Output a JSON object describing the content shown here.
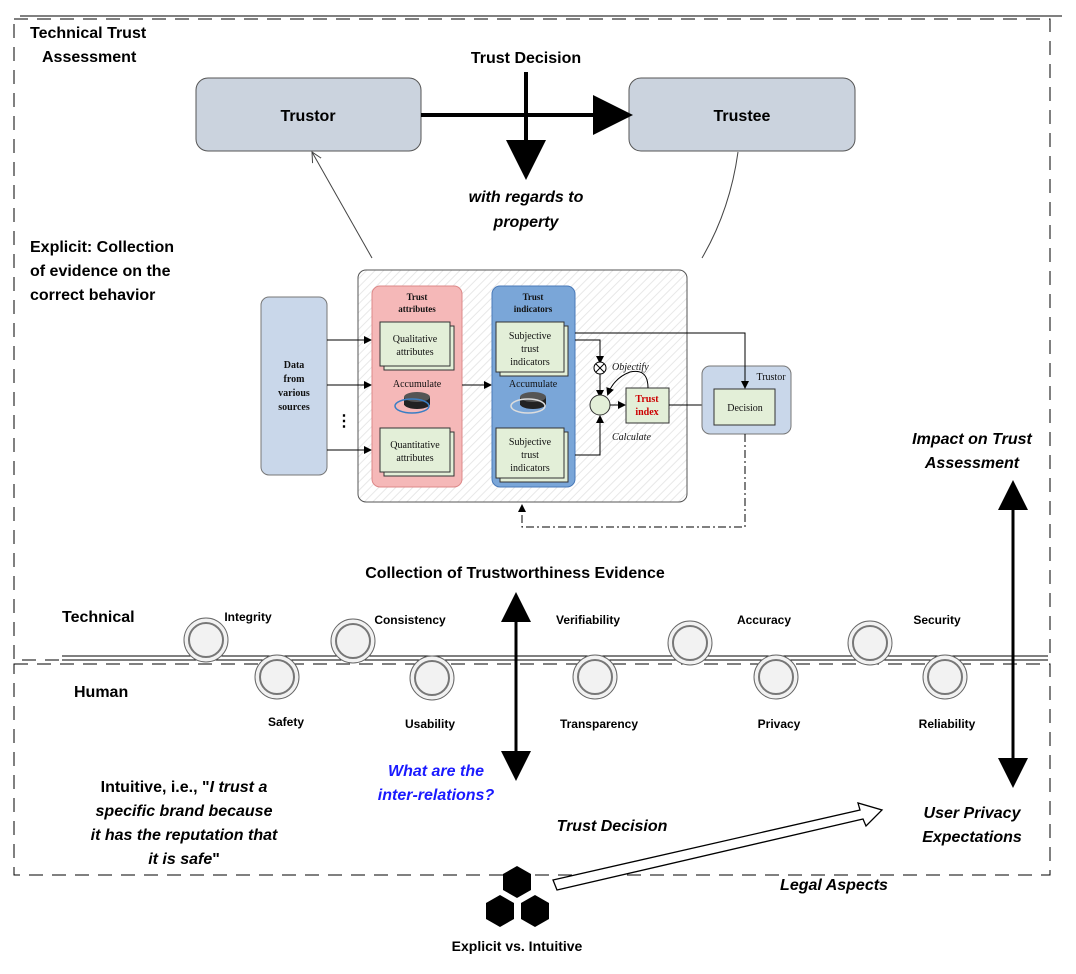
{
  "technical_trust_assessment": [
    "Technical Trust",
    "Assessment"
  ],
  "trust_decision_top": "Trust Decision",
  "trustor": "Trustor",
  "trustee": "Trustee",
  "with_regards": [
    "with regards to",
    "property"
  ],
  "explicit": [
    "Explicit: Collection",
    "of evidence on the",
    "correct behavior"
  ],
  "inset": {
    "data_sources": [
      "Data",
      "from",
      "various",
      "sources"
    ],
    "trust_attributes": [
      "Trust",
      "attributes"
    ],
    "qualitative": [
      "Qualitative",
      "attributes"
    ],
    "accumulate": "Accumulate",
    "quantitative": [
      "Quantitative",
      "attributes"
    ],
    "trust_indicators": [
      "Trust",
      "indicators"
    ],
    "subjective": [
      "Subjective",
      "trust",
      "indicators"
    ],
    "objectify": "Objectify",
    "calculate": "Calculate",
    "trust_index": [
      "Trust",
      "index"
    ],
    "trustor_small": "Trustor",
    "decision": "Decision",
    "dots": "⋮"
  },
  "impact": [
    "Impact on Trust",
    "Assessment"
  ],
  "collection": "Collection of Trustworthiness Evidence",
  "technical": "Technical",
  "human": "Human",
  "technical_props": [
    "Integrity",
    "Consistency",
    "Verifiability",
    "Accuracy",
    "Security"
  ],
  "human_props": [
    "Safety",
    "Usability",
    "Transparency",
    "Privacy",
    "Reliability"
  ],
  "inter_relations": [
    "What are the",
    "inter-relations?"
  ],
  "intuitive": {
    "line1_pre": "Intuitive, i.e., \"",
    "line1_it": "I trust a",
    "line2": "specific brand because",
    "line3": "it has the reputation that",
    "line4_it": "it is safe",
    "line4_post": "\""
  },
  "trust_decision_bottom": "Trust Decision",
  "user_privacy": [
    "User Privacy",
    "Expectations"
  ],
  "legal": "Legal Aspects",
  "explicit_vs": "Explicit vs. Intuitive",
  "colors": {
    "box_fill": "#cbd3de",
    "attr_panel": "#f5b8b8",
    "ind_panel": "#7aa6d8",
    "green_box": "#e3efd8",
    "trust_index_text": "#cc0000",
    "blue_text": "#1a1aff",
    "data_box": "#c9d7ea"
  }
}
